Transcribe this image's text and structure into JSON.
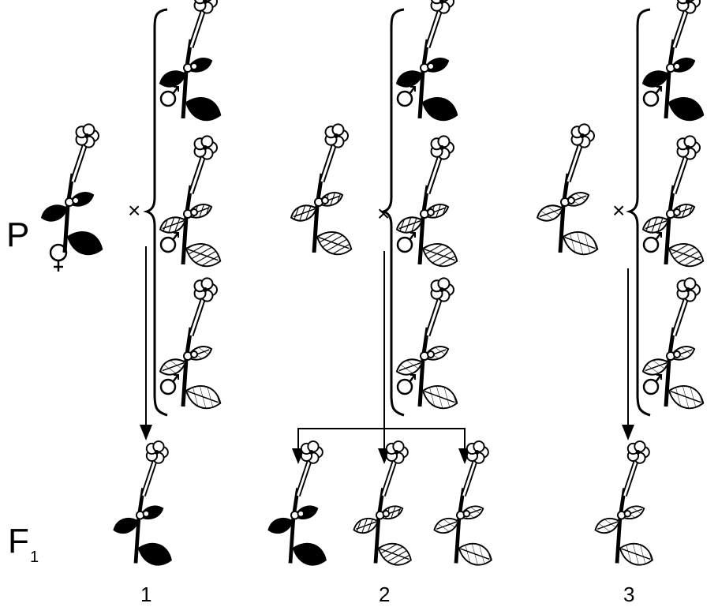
{
  "labels": {
    "generation_p": "P",
    "generation_f": "F",
    "generation_f_subscript": "1",
    "cross_symbol": "×",
    "experiments": [
      "1",
      "2",
      "3"
    ]
  },
  "colors": {
    "ink": "#000000",
    "background": "#ffffff",
    "variegated": "#ffffff"
  },
  "experiments": [
    {
      "number": "1",
      "female": "dark-green",
      "male_pollen": [
        "dark-green",
        "variegated",
        "white"
      ],
      "offspring": [
        "dark-green"
      ]
    },
    {
      "number": "2",
      "female": "variegated",
      "male_pollen": [
        "dark-green",
        "variegated",
        "white"
      ],
      "offspring": [
        "dark-green",
        "variegated",
        "white"
      ]
    },
    {
      "number": "3",
      "female": "white",
      "male_pollen": [
        "dark-green",
        "variegated",
        "white"
      ],
      "offspring": [
        "white"
      ]
    }
  ]
}
